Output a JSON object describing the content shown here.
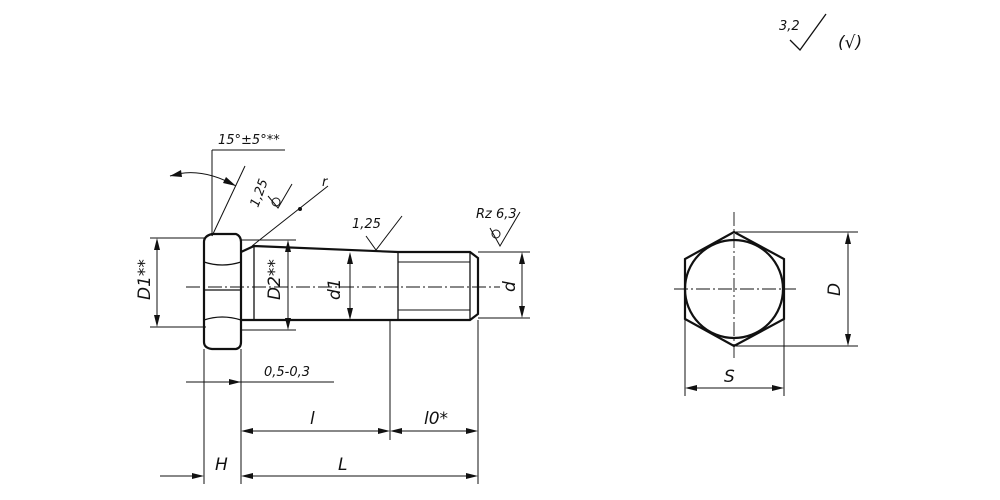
{
  "annotations": {
    "surface_finish_general": "3,2",
    "surface_finish_other": "(√)",
    "chamfer_angle": "15°±5°**",
    "head_roughness": "1,25",
    "fillet_radius": "r",
    "shank_roughness": "1,25",
    "thread_roughness": "Rz 6,3"
  },
  "dimensions": {
    "head_washer_diameter": "D1**",
    "under_head_diameter": "D2**",
    "shank_diameter": "d1",
    "thread_diameter": "d",
    "head_transition": "0,5-0,3",
    "shank_length": "l",
    "thread_length": "l0*",
    "head_height": "H",
    "bolt_length": "L",
    "across_corners": "D",
    "across_flats": "S"
  }
}
